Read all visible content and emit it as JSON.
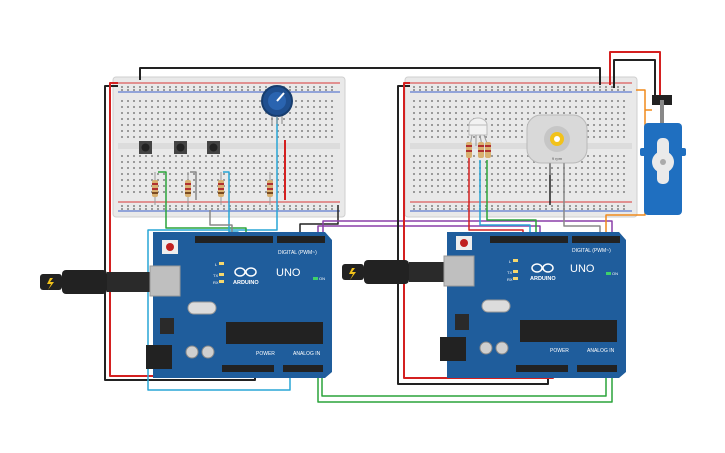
{
  "colors": {
    "board": "#1f5d9c",
    "board_dark": "#174a80",
    "breadboard": "#e9e9e9",
    "rail_red": "#d93636",
    "rail_blue": "#3a5fc9",
    "wire_red": "#d42020",
    "wire_black": "#222222",
    "wire_green": "#2aa43a",
    "wire_blue": "#29a6d6",
    "wire_gray": "#888888",
    "wire_purple": "#8a3fa8",
    "wire_orange": "#f08a1c",
    "servo": "#1f6fc0"
  },
  "arduino_left": {
    "label_uno": "UNO",
    "label_brand": "ARDUINO",
    "label_digital": "DIGITAL (PWM~)",
    "label_power": "POWER",
    "label_analog": "ANALOG IN",
    "label_on": "ON",
    "label_l": "L",
    "label_tx": "TX",
    "label_rx": "RX"
  },
  "arduino_right": {
    "label_uno": "UNO",
    "label_brand": "ARDUINO",
    "label_digital": "DIGITAL (PWM~)",
    "label_power": "POWER",
    "label_analog": "ANALOG IN",
    "label_on": "ON",
    "label_l": "L",
    "label_tx": "TX",
    "label_rx": "RX"
  },
  "motor": {
    "label": "9 rpm"
  }
}
